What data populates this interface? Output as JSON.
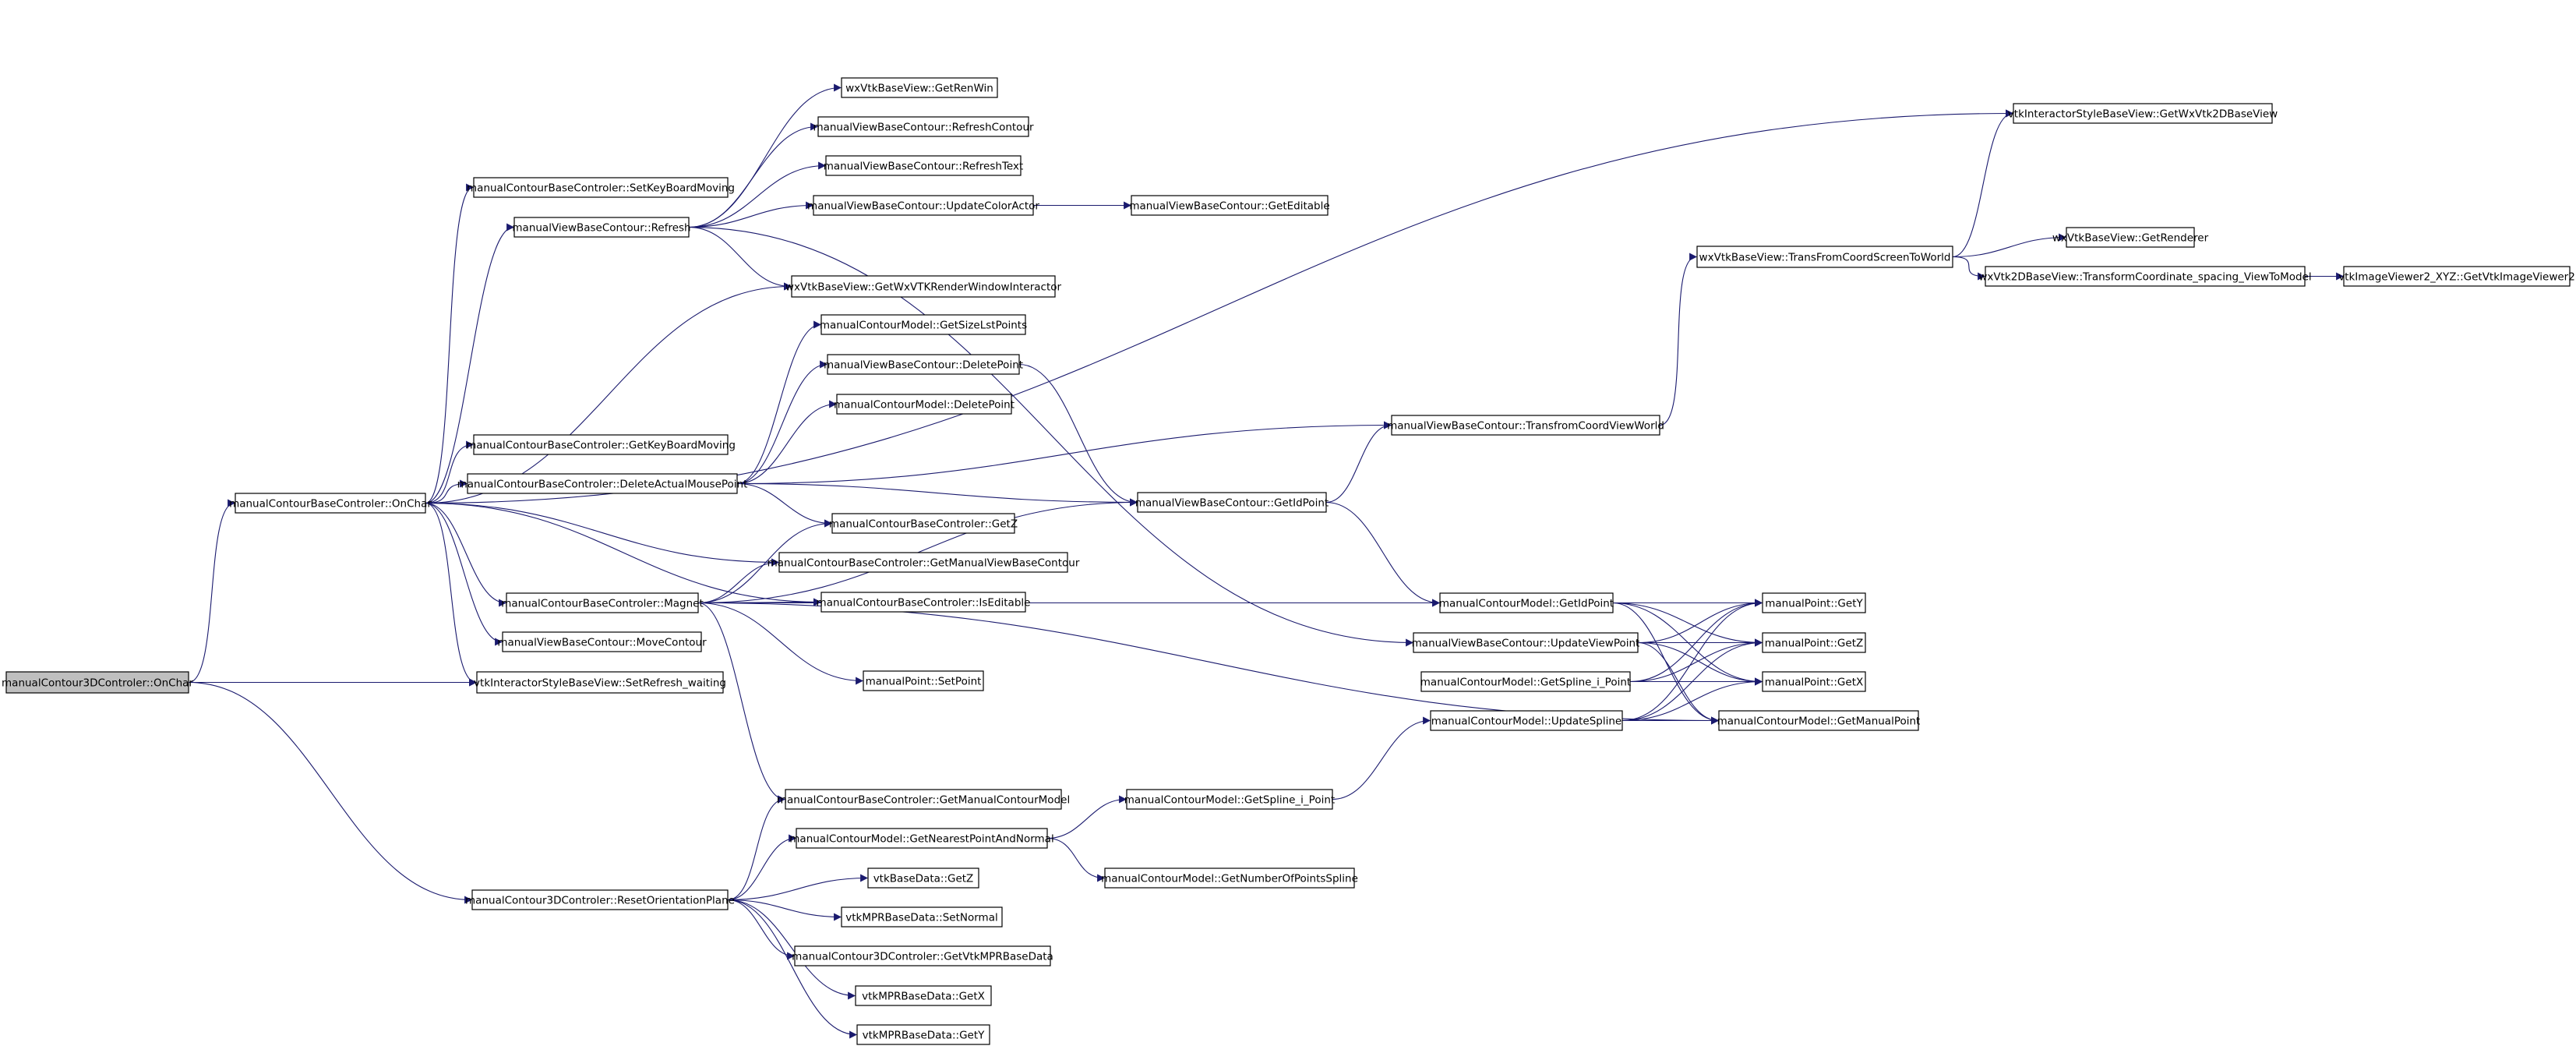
{
  "graph": {
    "colors": {
      "edge": "#1a1a6e",
      "root_fill": "#bfbfbf",
      "node_fill": "#ffffff",
      "node_stroke": "#000000"
    },
    "nodes": [
      {
        "id": "n0",
        "label": "manualContour3DControler::OnChar",
        "root": true
      },
      {
        "id": "n1",
        "label": "manualContourBaseControler::OnChar"
      },
      {
        "id": "n2",
        "label": "vtkInteractorStyleBaseView::SetRefresh_waiting"
      },
      {
        "id": "n3",
        "label": "manualContour3DControler::ResetOrientationPlane"
      },
      {
        "id": "n4",
        "label": "manualContourBaseControler::SetKeyBoardMoving"
      },
      {
        "id": "n5",
        "label": "manualViewBaseContour::Refresh"
      },
      {
        "id": "n6",
        "label": "manualContourBaseControler::GetKeyBoardMoving"
      },
      {
        "id": "n7",
        "label": "manualContourBaseControler::DeleteActualMousePoint"
      },
      {
        "id": "n8",
        "label": "manualContourBaseControler::Magnet"
      },
      {
        "id": "n9",
        "label": "manualViewBaseContour::MoveContour"
      },
      {
        "id": "n10",
        "label": "wxVtkBaseView::GetRenWin"
      },
      {
        "id": "n11",
        "label": "manualViewBaseContour::RefreshContour"
      },
      {
        "id": "n12",
        "label": "manualViewBaseContour::RefreshText"
      },
      {
        "id": "n13",
        "label": "manualViewBaseContour::UpdateColorActor"
      },
      {
        "id": "n14",
        "label": "wxVtkBaseView::GetWxVTKRenderWindowInteractor"
      },
      {
        "id": "n15",
        "label": "manualContourModel::GetSizeLstPoints"
      },
      {
        "id": "n16",
        "label": "manualViewBaseContour::DeletePoint"
      },
      {
        "id": "n17",
        "label": "manualContourModel::DeletePoint"
      },
      {
        "id": "n18",
        "label": "manualContourBaseControler::GetZ"
      },
      {
        "id": "n19",
        "label": "manualContourBaseControler::GetManualViewBaseContour"
      },
      {
        "id": "n20",
        "label": "manualContourBaseControler::IsEditable"
      },
      {
        "id": "n21",
        "label": "manualPoint::SetPoint"
      },
      {
        "id": "n22",
        "label": "manualContourBaseControler::GetManualContourModel"
      },
      {
        "id": "n23",
        "label": "manualContourModel::GetNearestPointAndNormal"
      },
      {
        "id": "n24",
        "label": "vtkBaseData::GetZ"
      },
      {
        "id": "n25",
        "label": "vtkMPRBaseData::SetNormal"
      },
      {
        "id": "n26",
        "label": "manualContour3DControler::GetVtkMPRBaseData"
      },
      {
        "id": "n27",
        "label": "vtkMPRBaseData::GetX"
      },
      {
        "id": "n28",
        "label": "vtkMPRBaseData::GetY"
      },
      {
        "id": "n29",
        "label": "manualViewBaseContour::GetEditable"
      },
      {
        "id": "n30",
        "label": "manualViewBaseContour::GetIdPoint"
      },
      {
        "id": "n31",
        "label": "manualContourModel::GetSpline_i_Point"
      },
      {
        "id": "n32",
        "label": "manualContourModel::GetNumberOfPointsSpline"
      },
      {
        "id": "n33",
        "label": "manualViewBaseContour::TransfromCoordViewWorld"
      },
      {
        "id": "n34",
        "label": "manualContourModel::GetIdPoint"
      },
      {
        "id": "n35",
        "label": "manualViewBaseContour::UpdateViewPoint"
      },
      {
        "id": "n36",
        "label": "manualContourModel::GetSpline_i_Point"
      },
      {
        "id": "n37",
        "label": "manualContourModel::UpdateSpline"
      },
      {
        "id": "n38",
        "label": "wxVtkBaseView::TransFromCoordScreenToWorld"
      },
      {
        "id": "n39",
        "label": "manualPoint::GetY"
      },
      {
        "id": "n40",
        "label": "manualPoint::GetZ"
      },
      {
        "id": "n41",
        "label": "manualPoint::GetX"
      },
      {
        "id": "n42",
        "label": "manualContourModel::GetManualPoint"
      },
      {
        "id": "n43",
        "label": "vtkInteractorStyleBaseView::GetWxVtk2DBaseView"
      },
      {
        "id": "n44",
        "label": "wxVtkBaseView::GetRenderer"
      },
      {
        "id": "n45",
        "label": "wxVtk2DBaseView::TransformCoordinate_spacing_ViewToModel"
      },
      {
        "id": "n46",
        "label": "vtkImageViewer2_XYZ::GetVtkImageViewer2"
      }
    ],
    "edges": [
      [
        "n0",
        "n1"
      ],
      [
        "n0",
        "n2"
      ],
      [
        "n0",
        "n3"
      ],
      [
        "n1",
        "n43"
      ],
      [
        "n1",
        "n4"
      ],
      [
        "n1",
        "n5"
      ],
      [
        "n1",
        "n14"
      ],
      [
        "n1",
        "n6"
      ],
      [
        "n1",
        "n7"
      ],
      [
        "n1",
        "n19"
      ],
      [
        "n1",
        "n20"
      ],
      [
        "n1",
        "n8"
      ],
      [
        "n1",
        "n9"
      ],
      [
        "n1",
        "n2"
      ],
      [
        "n5",
        "n10"
      ],
      [
        "n5",
        "n11"
      ],
      [
        "n5",
        "n12"
      ],
      [
        "n5",
        "n13"
      ],
      [
        "n5",
        "n14"
      ],
      [
        "n5",
        "n35"
      ],
      [
        "n13",
        "n29"
      ],
      [
        "n7",
        "n15"
      ],
      [
        "n7",
        "n16"
      ],
      [
        "n7",
        "n17"
      ],
      [
        "n7",
        "n18"
      ],
      [
        "n7",
        "n30"
      ],
      [
        "n7",
        "n33"
      ],
      [
        "n16",
        "n30"
      ],
      [
        "n8",
        "n18"
      ],
      [
        "n8",
        "n19"
      ],
      [
        "n8",
        "n20"
      ],
      [
        "n8",
        "n21"
      ],
      [
        "n8",
        "n22"
      ],
      [
        "n8",
        "n30"
      ],
      [
        "n8",
        "n34"
      ],
      [
        "n8",
        "n42"
      ],
      [
        "n3",
        "n22"
      ],
      [
        "n3",
        "n23"
      ],
      [
        "n3",
        "n24"
      ],
      [
        "n3",
        "n25"
      ],
      [
        "n3",
        "n26"
      ],
      [
        "n3",
        "n27"
      ],
      [
        "n3",
        "n28"
      ],
      [
        "n23",
        "n31"
      ],
      [
        "n23",
        "n32"
      ],
      [
        "n31",
        "n37"
      ],
      [
        "n30",
        "n33"
      ],
      [
        "n30",
        "n34"
      ],
      [
        "n33",
        "n38"
      ],
      [
        "n34",
        "n39"
      ],
      [
        "n34",
        "n40"
      ],
      [
        "n34",
        "n41"
      ],
      [
        "n34",
        "n42"
      ],
      [
        "n35",
        "n39"
      ],
      [
        "n35",
        "n40"
      ],
      [
        "n35",
        "n41"
      ],
      [
        "n35",
        "n42"
      ],
      [
        "n36",
        "n39"
      ],
      [
        "n36",
        "n40"
      ],
      [
        "n36",
        "n41"
      ],
      [
        "n37",
        "n39"
      ],
      [
        "n37",
        "n40"
      ],
      [
        "n37",
        "n41"
      ],
      [
        "n37",
        "n42"
      ],
      [
        "n38",
        "n43"
      ],
      [
        "n38",
        "n44"
      ],
      [
        "n38",
        "n45"
      ],
      [
        "n45",
        "n46"
      ]
    ]
  }
}
